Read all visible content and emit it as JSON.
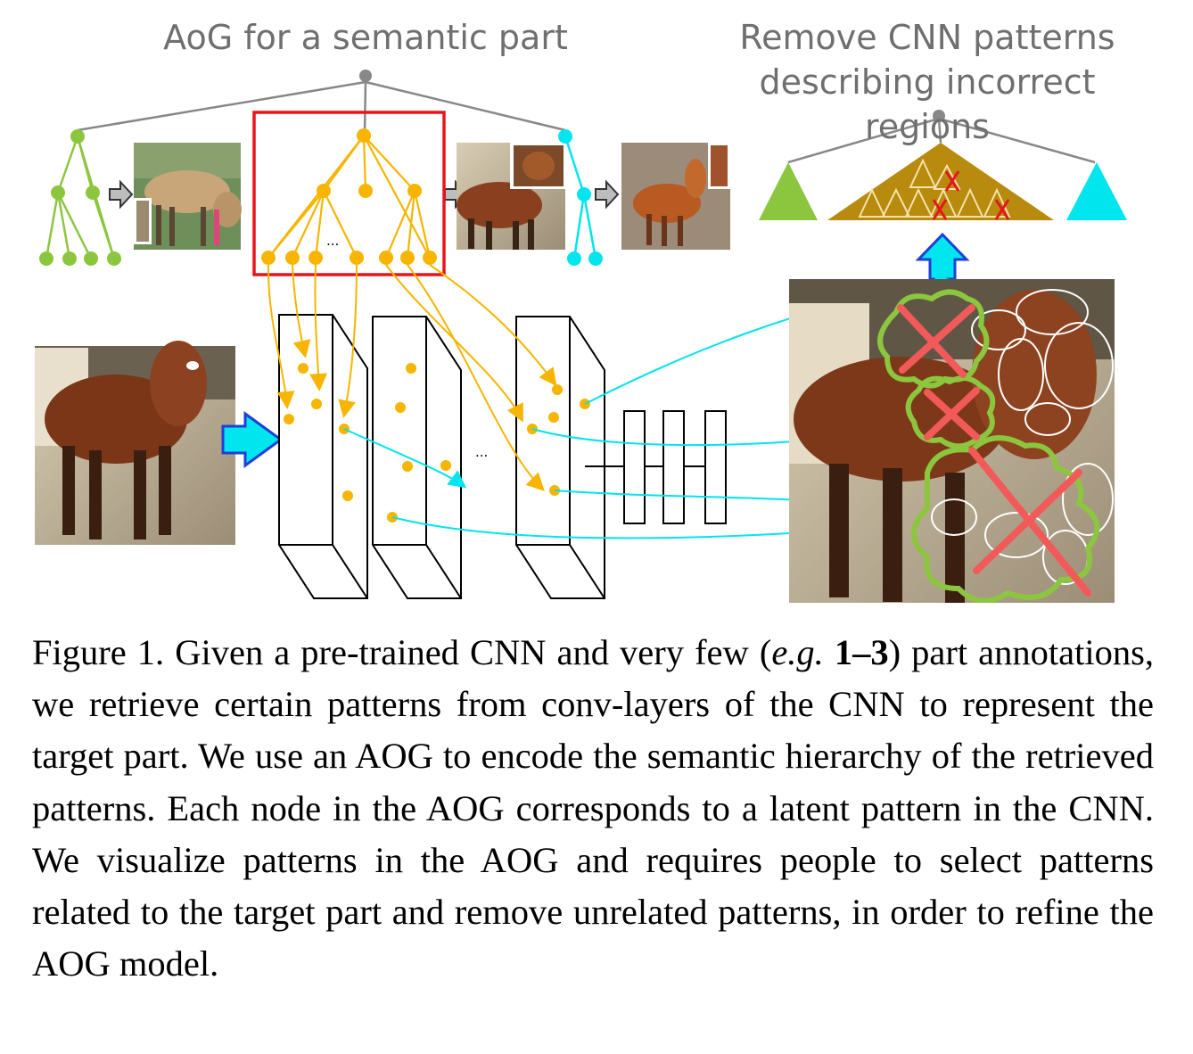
{
  "figure": {
    "left_label": "AoG for a semantic part",
    "right_label_line1": "Remove CNN patterns",
    "right_label_line2": "describing incorrect regions",
    "ellipsis": "...",
    "colors": {
      "green": "#8cc63f",
      "orange": "#f7b500",
      "cyan": "#00e5ee",
      "red_box": "#e8141b",
      "gray": "#888888",
      "brown": "#b88a0e",
      "cross": "#f25a5a"
    }
  },
  "caption": {
    "figure_label": "Figure 1.",
    "part1": "Given a pre-trained CNN and very few (",
    "eg": "e.g.",
    "range": "1–3",
    "part2": ") part annotations, we retrieve certain patterns from conv-layers of the CNN to represent the target part. We use an AOG to encode the semantic hierarchy of the retrieved patterns. Each node in the AOG corresponds to a latent pattern in the CNN. We visualize patterns in the AOG and requires people to select patterns related to the target part and remove unrelated patterns, in order to refine the AOG model."
  }
}
